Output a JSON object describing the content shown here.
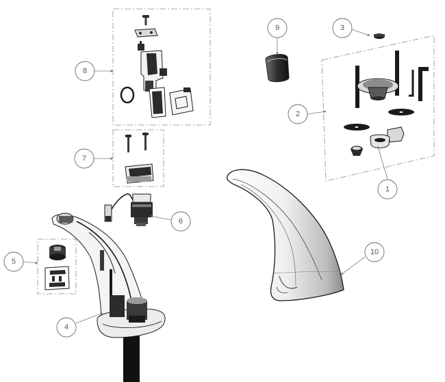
{
  "diagram": {
    "callouts": [
      {
        "label": "1"
      },
      {
        "label": "2"
      },
      {
        "label": "3"
      },
      {
        "label": "4"
      },
      {
        "label": "5"
      },
      {
        "label": "6"
      },
      {
        "label": "7"
      },
      {
        "label": "8"
      },
      {
        "label": "9"
      },
      {
        "label": "10"
      }
    ],
    "colors": {
      "line": "#1a1a1a",
      "part_dark": "#2b2b2b",
      "part_mid": "#8c8c8c",
      "part_light": "#d9d9d9",
      "callout": "#6a6a6a"
    }
  }
}
